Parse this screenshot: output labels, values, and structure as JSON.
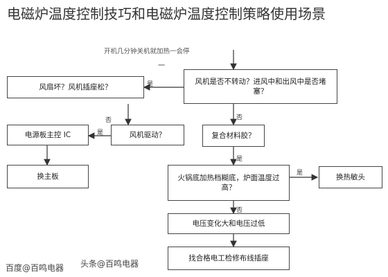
{
  "title": "电磁炉温度控制技巧和电磁炉温度控制策略使用场景",
  "diagram": {
    "header_note": "开机几分钟关机就加热一会停",
    "start_tag": "一",
    "nodes": {
      "q_fan_start": "风机是否不转动？进风中和出风中是否堵塞？",
      "fan_or_plug": "风扇坏？风机插座松？",
      "power_board": "电源板主控 IC",
      "fan_drive": "风机驱动？",
      "compound_paste": "复合材料胶？",
      "replace_board": "换主板",
      "q_contact": "火锅底加热档糊底，炉面温度过高？",
      "replace_head": "换热敏头",
      "voltage_change": "电压变化大和电压过低",
      "check_wiring": "找合格电工检修布线插座"
    },
    "edge_labels": {
      "yes_fan": "是",
      "no_fan": "否",
      "yes_drive": "是",
      "no_drive": "否",
      "yes_compound": "是",
      "yes_head": "是",
      "no_contact": "否"
    },
    "watermark_left": "百度@百鸣电器",
    "watermark_right": "头条@百鸣电器"
  }
}
